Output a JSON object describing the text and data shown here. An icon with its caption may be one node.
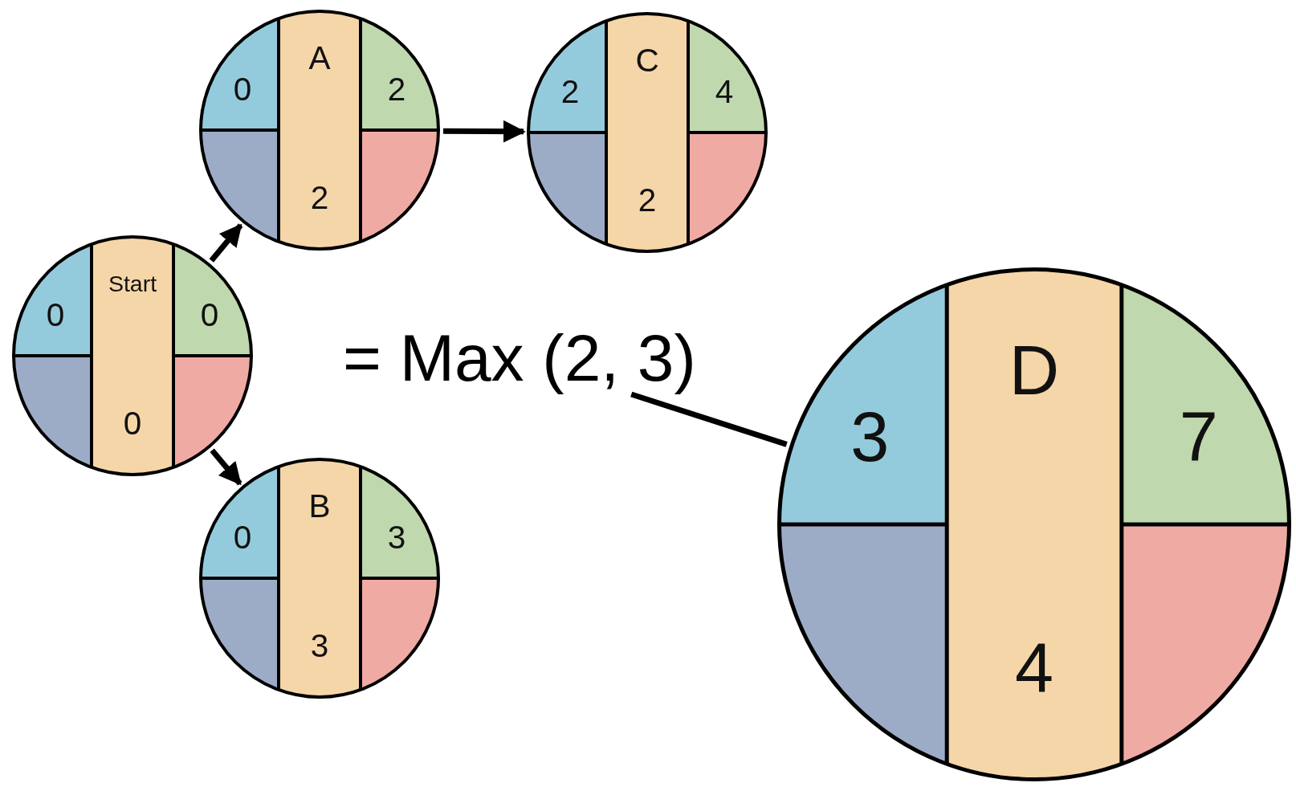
{
  "diagram": {
    "nodes": [
      {
        "text": [
          "0",
          "Start",
          "0",
          "0"
        ]
      },
      {
        "text": [
          "0",
          "A",
          "2",
          "2"
        ]
      },
      {
        "text": [
          "2",
          "C",
          "4",
          "2"
        ]
      },
      {
        "text": [
          "0",
          "B",
          "3",
          "3"
        ]
      },
      {
        "text": [
          "= Max (2, 3)"
        ]
      },
      {
        "text": [
          "3",
          "D",
          "7",
          "4"
        ]
      }
    ],
    "edges": [
      {
        "from": 0,
        "to": 1,
        "arrow": "to"
      },
      {
        "from": 0,
        "to": 3,
        "arrow": "to"
      },
      {
        "from": 1,
        "to": 2,
        "arrow": "to"
      },
      {
        "from": 4,
        "to": 5,
        "arrow": "none"
      }
    ]
  }
}
